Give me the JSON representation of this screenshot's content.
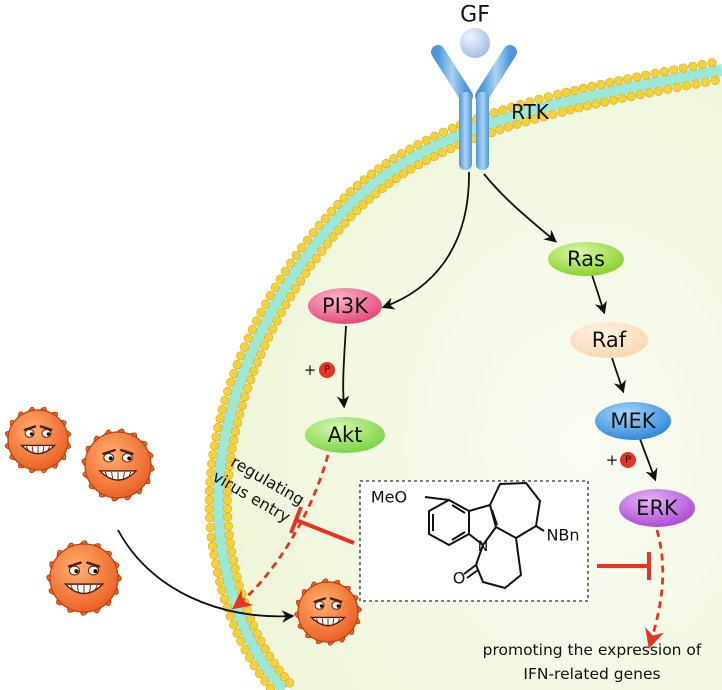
{
  "receptor": {
    "ligand_label": "GF",
    "receptor_label": "RTK"
  },
  "nodes": {
    "pi3k": "PI3K",
    "akt": "Akt",
    "ras": "Ras",
    "raf": "Raf",
    "mek": "MEK",
    "erk": "ERK"
  },
  "phospho": {
    "plus": "+",
    "symbol": "P"
  },
  "annotations": {
    "virus_entry_line1": "regulating",
    "virus_entry_line2": "virus entry",
    "expression_line1": "promoting the expression of",
    "expression_line2": "IFN-related genes"
  },
  "compound": {
    "methoxy_label": "MeO",
    "amine_label": "NBn",
    "ring_n_label": "N",
    "carbonyl_o_label": "O"
  },
  "colors": {
    "membrane_head": "#f6d23a",
    "membrane_core": "#9ee8d8",
    "cytoplasm": "#f3f8e6",
    "receptor": "#6fb1e6",
    "ligand": "#c9d8f2",
    "pi3k": "#e8487a",
    "akt": "#7fd64a",
    "ras": "#8fd62e",
    "raf": "#fbe0c2",
    "mek": "#2f8fe0",
    "erk": "#b14fd6",
    "inhibit": "#e63323",
    "virus": "#f26a24"
  }
}
